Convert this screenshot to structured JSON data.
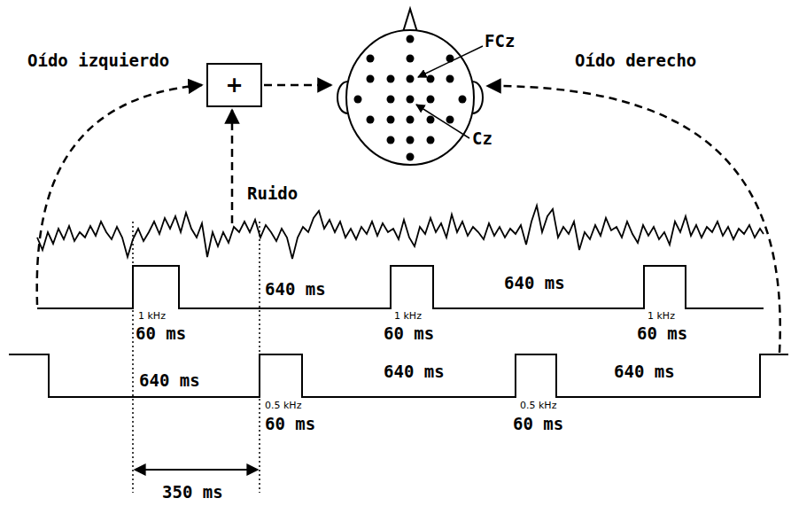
{
  "diagram": {
    "nodes": [
      {
        "text": [
          "+"
        ]
      }
    ],
    "labels": [
      "Oído izquierdo",
      "FCz",
      "Oído derecho",
      "Cz",
      "Ruido",
      "640 ms",
      "640 ms",
      "1 kHz",
      "60 ms",
      "1 kHz",
      "60 ms",
      "1 kHz",
      "60 ms",
      "640 ms",
      "640 ms",
      "640 ms",
      "0.5 kHz",
      "60 ms",
      "0.5 kHz",
      "60 ms",
      "350 ms"
    ]
  }
}
